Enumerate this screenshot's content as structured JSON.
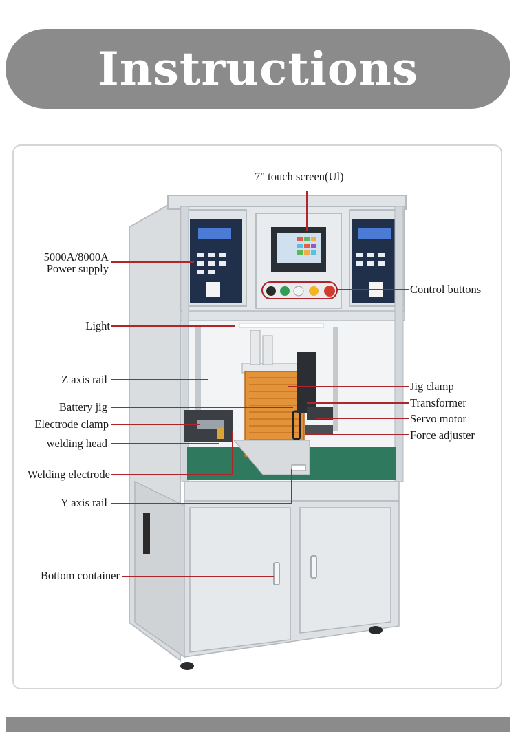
{
  "header": {
    "title": "Instructions"
  },
  "colors": {
    "banner": "#8b8b8b",
    "leader_line": "#b0242c",
    "panel": "#e3e7ea",
    "frame": "#cfd5da",
    "floor": "#2f7a5f",
    "jig": "#e3943a"
  },
  "labels": {
    "touch_screen": "7\" touch screen(Ul)",
    "power_supply_line1": "5000A/8000A",
    "power_supply_line2": "Power supply",
    "control_buttons": "Control buttons",
    "light": "Light",
    "z_axis_rail": "Z axis rail",
    "jig_clamp": "Jig clamp",
    "battery_jig": "Battery jig",
    "transformer": "Transformer",
    "electrode_clamp": "Electrode clamp",
    "servo_motor": "Servo motor",
    "welding_head": "welding head",
    "force_adjuster": "Force adjuster",
    "welding_electrode": "Welding electrode",
    "y_axis_rail": "Y axis rail",
    "bottom_container": "Bottom container"
  }
}
